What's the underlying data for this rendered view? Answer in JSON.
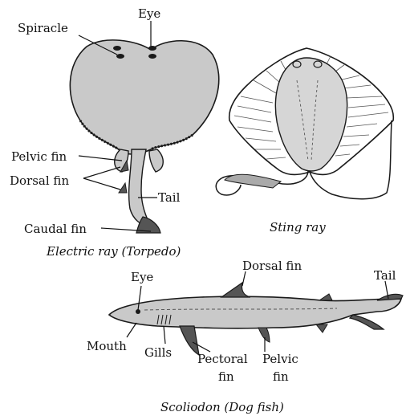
{
  "electric_ray": {
    "labels": {
      "eye": "Eye",
      "spiracle": "Spiracle",
      "pelvic_fin": "Pelvic fin",
      "dorsal_fin": "Dorsal fin",
      "tail": "Tail",
      "caudal_fin": "Caudal fin"
    },
    "caption": "Electric ray (Torpedo)"
  },
  "sting_ray": {
    "caption": "Sting ray"
  },
  "dog_fish": {
    "labels": {
      "eye": "Eye",
      "dorsal_fin": "Dorsal fin",
      "tail": "Tail",
      "mouth": "Mouth",
      "gills": "Gills",
      "pectoral_fin_1": "Pectoral",
      "pectoral_fin_2": "fin",
      "pelvic_fin_1": "Pelvic",
      "pelvic_fin_2": "fin"
    },
    "caption": "Scoliodon (Dog fish)"
  },
  "colors": {
    "body_fill": "#c9c9c9",
    "outline": "#1a1a1a",
    "background": "#ffffff"
  }
}
